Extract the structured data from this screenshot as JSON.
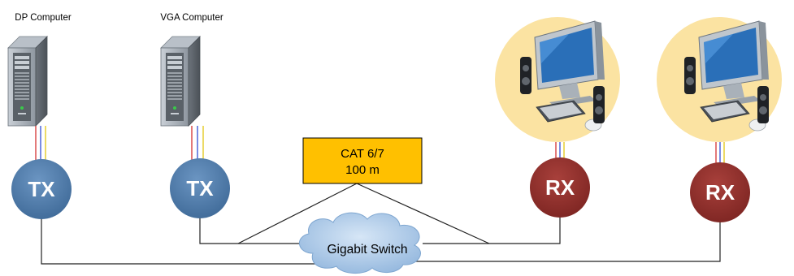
{
  "computers": [
    {
      "label": "DP Computer"
    },
    {
      "label": "VGA Computer"
    }
  ],
  "nodes": {
    "tx1": "TX",
    "tx2": "TX",
    "rx1": "RX",
    "rx2": "RX"
  },
  "cable_label": {
    "line1": "CAT 6/7",
    "line2": "100 m"
  },
  "switch_label": "Gigabit Switch",
  "colors": {
    "tx": "#4a78a8",
    "rx": "#8e2d2a",
    "label_box": "#ffc000",
    "cloud": "#a9c8e8",
    "monitor_halo": "#fbe3a2",
    "wire_red": "#d02020",
    "wire_blue": "#2040d0",
    "wire_yellow": "#e0c000"
  }
}
